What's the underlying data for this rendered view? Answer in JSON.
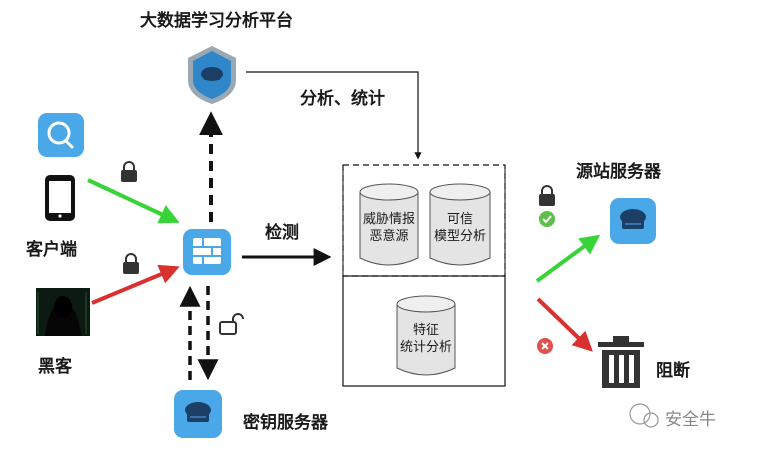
{
  "labels": {
    "platform": "大数据学习分析平台",
    "analyze_stats": "分析、统计",
    "detect": "检测",
    "client": "客户端",
    "hacker": "黑客",
    "origin_server": "源站服务器",
    "key_server": "密钥服务器",
    "block": "阻断",
    "db_threat": [
      "威胁情报",
      "恶意源"
    ],
    "db_trusted": [
      "可信",
      "模型分析"
    ],
    "db_feature": [
      "特征",
      "统计分析"
    ],
    "watermark": "安全牛"
  },
  "colors": {
    "icon_blue": "#3a94d6",
    "icon_bg": "#4aa8e8",
    "green_arrow": "#36d436",
    "red_arrow": "#d93030",
    "ok_green": "#5bbf4a",
    "err_red": "#e05050",
    "dark": "#111111"
  },
  "icons": [
    "search-app-icon",
    "phone-icon",
    "hacker-photo",
    "shield-cloud-icon",
    "firewall-icon",
    "cloud-server-icon",
    "trash-icon",
    "lock-icon",
    "unlock-icon",
    "check-icon",
    "cross-icon"
  ]
}
